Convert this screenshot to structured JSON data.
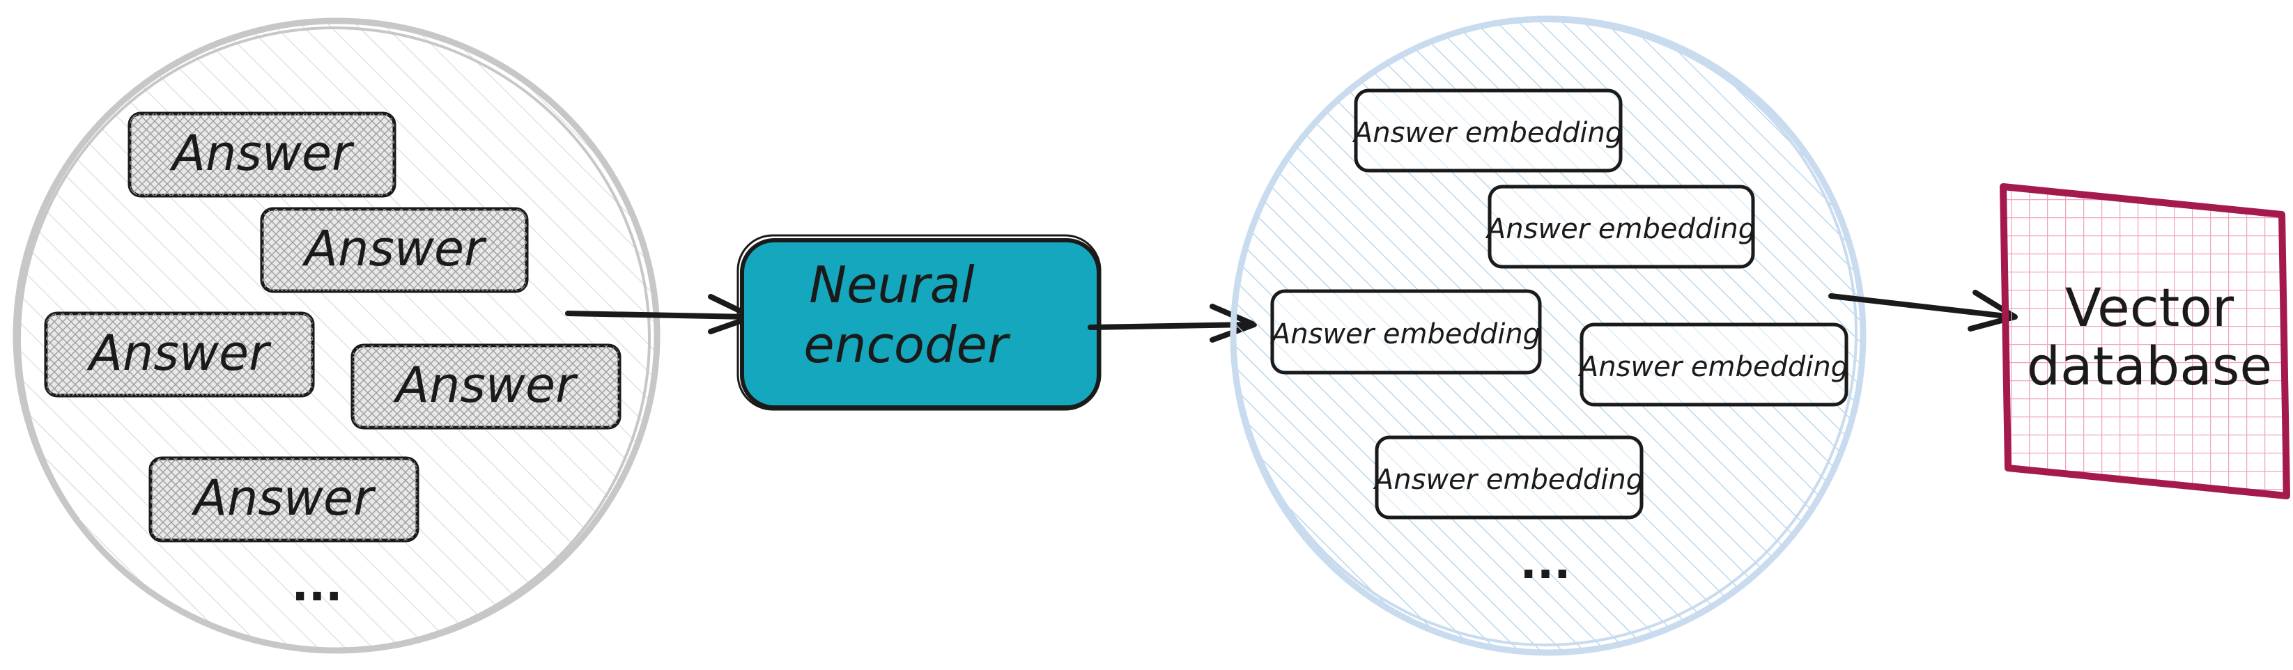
{
  "diagram": {
    "answers_group": {
      "items": [
        "Answer",
        "Answer",
        "Answer",
        "Answer",
        "Answer"
      ],
      "ellipsis": "..."
    },
    "encoder": {
      "line1": "Neural",
      "line2": "encoder"
    },
    "embeddings_group": {
      "items": [
        "Answer embedding",
        "Answer embedding",
        "Answer embedding",
        "Answer embedding",
        "Answer embedding"
      ],
      "ellipsis": "..."
    },
    "database": {
      "line1": "Vector",
      "line2": "database"
    }
  },
  "colors": {
    "answers_circle": "#c7c7c7",
    "answer_box_fill": "#e6e6e6",
    "encoder_fill": "#14a7bd",
    "embeddings_circle": "#c9dbee",
    "embeddings_hatch": "#aad2ec",
    "database_border": "#a51a4d",
    "database_grid": "#f0a6bd",
    "arrow": "#1a1a1a"
  }
}
